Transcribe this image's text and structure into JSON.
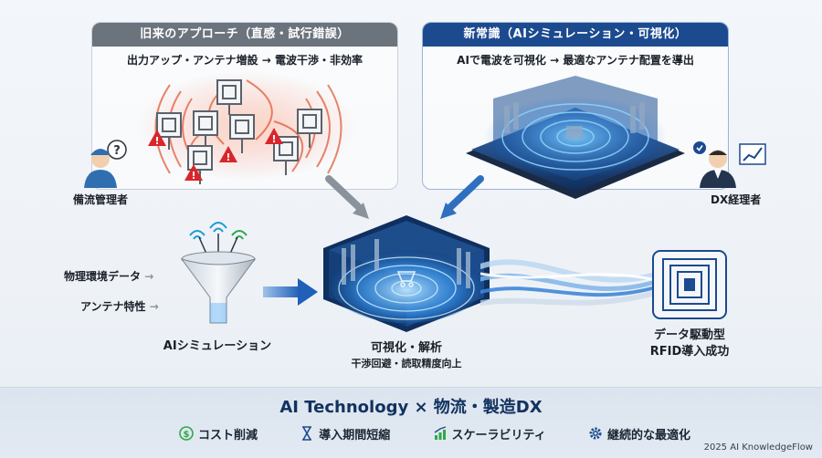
{
  "left_panel": {
    "title": "旧来のアプローチ（直感・試行錯誤）",
    "subtitle": "出力アップ・アンテナ増設 → 電波干渉・非効率"
  },
  "right_panel": {
    "title": "新常識（AIシミュレーション・可視化）",
    "subtitle": "AIで電波を可視化 → 最適なアンテナ配置を導出"
  },
  "personas": {
    "left": "備流管理者",
    "right": "DX経理者"
  },
  "inputs": [
    "物理環境データ",
    "アンテナ特性"
  ],
  "funnel_label": "AIシミュレーション",
  "center": {
    "title": "可視化・解析",
    "subtitle": "干渉回避・読取精度向上"
  },
  "result": {
    "line1": "データ駆動型",
    "line2": "RFID導入成功"
  },
  "footer": {
    "title": "AI Technology × 物流・製造DX",
    "items": [
      "コスト削減",
      "導入期間短縮",
      "スケーラビリティ",
      "継続的な最適化"
    ],
    "copyright": "2025 AI KnowledgeFlow"
  },
  "colors": {
    "primary_blue": "#1c4a8f",
    "glow_blue": "#3aa0ff",
    "warning_red": "#d8262c",
    "gray_header": "#6b737d"
  }
}
